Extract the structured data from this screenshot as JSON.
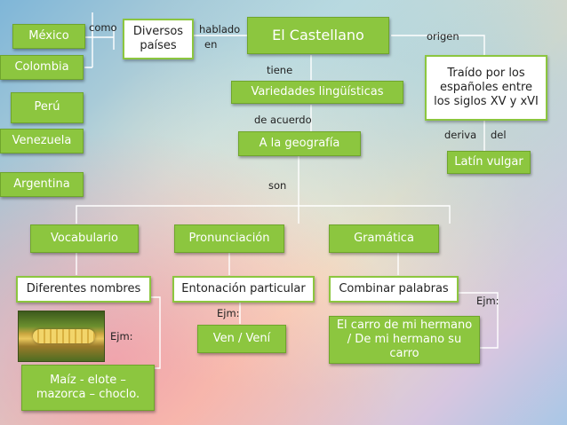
{
  "nodes": {
    "mexico": "México",
    "colombia": "Colombia",
    "peru": "Perú",
    "venezuela": "Venezuela",
    "argentina": "Argentina",
    "diversos": "Diversos países",
    "castellano": "El Castellano",
    "traido": "Traído por los españoles entre  los siglos XV y xVI",
    "variedades": "Variedades lingüísticas",
    "geografia": "A la geografía",
    "latin": "Latín vulgar",
    "vocabulario": "Vocabulario",
    "pronunciacion": "Pronunciación",
    "gramatica": "Gramática",
    "diferentes": "Diferentes nombres",
    "entonacion": "Entonación particular",
    "combinar": "Combinar palabras",
    "ven": "Ven / Vení",
    "carro": "El carro de mi hermano / De mi hermano su carro",
    "maiz": "Maíz  - elote – mazorca – choclo."
  },
  "labels": {
    "como": "como",
    "hablado": "hablado",
    "en": "en",
    "origen": "origen",
    "tiene": "tiene",
    "de_acuerdo": "de acuerdo",
    "deriva": "deriva",
    "del": "del",
    "son": "son",
    "ejm1": "Ejm:",
    "ejm2": "Ejm:",
    "ejm3": "Ejm:"
  },
  "colors": {
    "node_green": "#8cc63f",
    "connector": "#ffffff"
  },
  "image": "corn-photo"
}
